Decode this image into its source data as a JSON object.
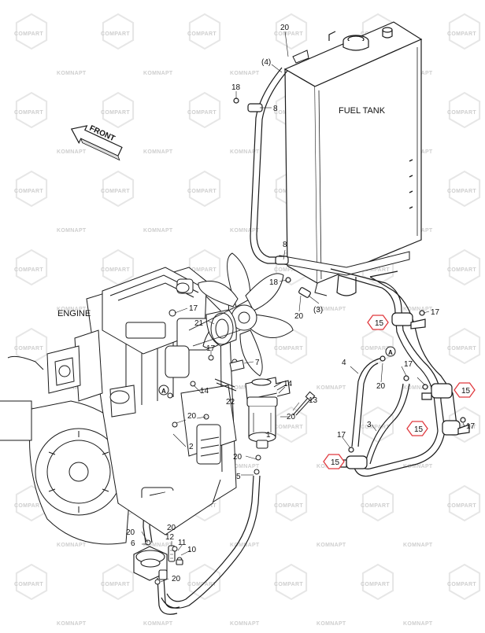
{
  "diagram": {
    "titles": {
      "fuel_tank": "FUEL TANK",
      "engine": "ENGINE",
      "front": "FRONT"
    },
    "watermark": {
      "text_a": "KOMNAPT",
      "text_b": "COMPART"
    },
    "part_labels": [
      {
        "id": "l1",
        "text": "1"
      },
      {
        "id": "l2",
        "text": "2"
      },
      {
        "id": "l3",
        "text": "3"
      },
      {
        "id": "l4",
        "text": "4"
      },
      {
        "id": "l5",
        "text": "5"
      },
      {
        "id": "l6",
        "text": "6"
      },
      {
        "id": "l7",
        "text": "7"
      },
      {
        "id": "l8a",
        "text": "8"
      },
      {
        "id": "l8b",
        "text": "8"
      },
      {
        "id": "l10",
        "text": "10"
      },
      {
        "id": "l11",
        "text": "11"
      },
      {
        "id": "l12",
        "text": "12"
      },
      {
        "id": "l13",
        "text": "13"
      },
      {
        "id": "l14a",
        "text": "14"
      },
      {
        "id": "l14b",
        "text": "14"
      },
      {
        "id": "l17a",
        "text": "17"
      },
      {
        "id": "l17b",
        "text": "17"
      },
      {
        "id": "l17c",
        "text": "17"
      },
      {
        "id": "l17d",
        "text": "17"
      },
      {
        "id": "l17e",
        "text": "17"
      },
      {
        "id": "l17f",
        "text": "17"
      },
      {
        "id": "l18a",
        "text": "18"
      },
      {
        "id": "l18b",
        "text": "18"
      },
      {
        "id": "l20a",
        "text": "20"
      },
      {
        "id": "l20b",
        "text": "20"
      },
      {
        "id": "l20c",
        "text": "20"
      },
      {
        "id": "l20d",
        "text": "20"
      },
      {
        "id": "l20e",
        "text": "20"
      },
      {
        "id": "l20f",
        "text": "20"
      },
      {
        "id": "l20g",
        "text": "20"
      },
      {
        "id": "l20h",
        "text": "20"
      },
      {
        "id": "l20i",
        "text": "20"
      },
      {
        "id": "l21",
        "text": "21"
      },
      {
        "id": "l22",
        "text": "22"
      },
      {
        "id": "l3p",
        "text": "(3)"
      },
      {
        "id": "l4p",
        "text": "(4)"
      }
    ],
    "highlighted_labels": [
      "15",
      "15",
      "15",
      "15",
      "15"
    ],
    "callouts": [
      "A",
      "A"
    ],
    "colors": {
      "line": "#1a1a1a",
      "highlight": "#e0393e",
      "watermark": "#cccccc"
    }
  }
}
